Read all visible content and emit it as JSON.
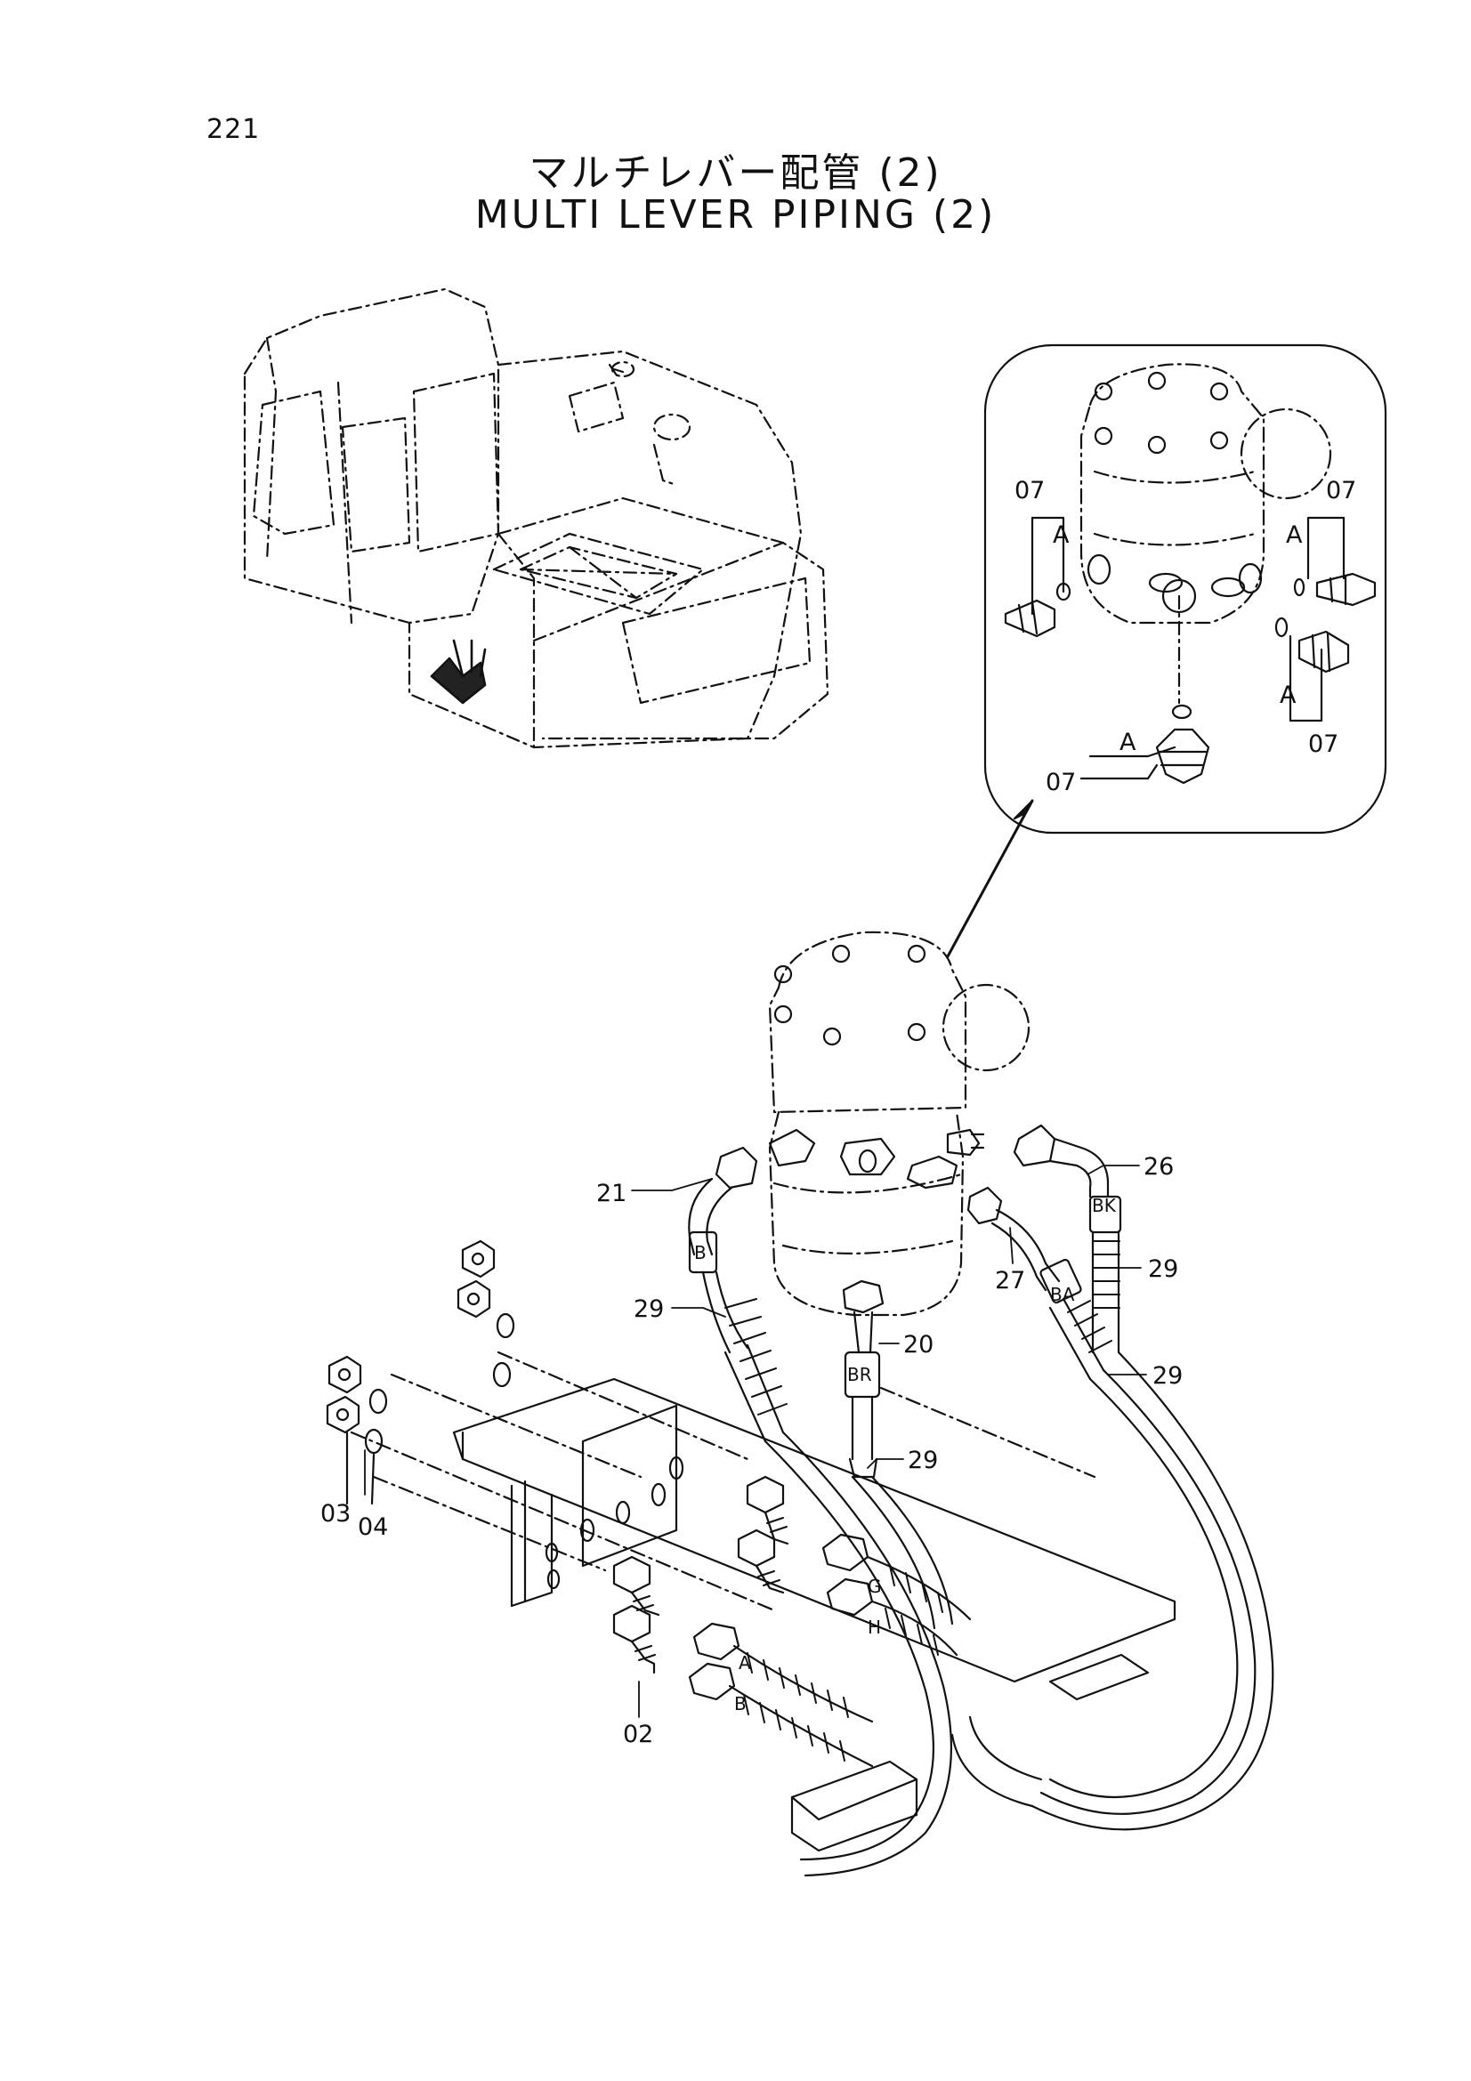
{
  "page": {
    "number": "221"
  },
  "title": {
    "japanese": "マルチレバー配管 (2)",
    "english": "MULTI LEVER PIPING (2)"
  },
  "callouts": {
    "c02": "02",
    "c03": "03",
    "c04": "04",
    "c07": "07",
    "c20": "20",
    "c21": "21",
    "c26": "26",
    "c27": "27",
    "c29": "29"
  },
  "detail_marks": {
    "a": "A"
  },
  "hose_labels": {
    "b": "B",
    "br": "BR",
    "bk": "BK",
    "ba": "BA",
    "a": "A",
    "g": "G",
    "h": "H"
  }
}
